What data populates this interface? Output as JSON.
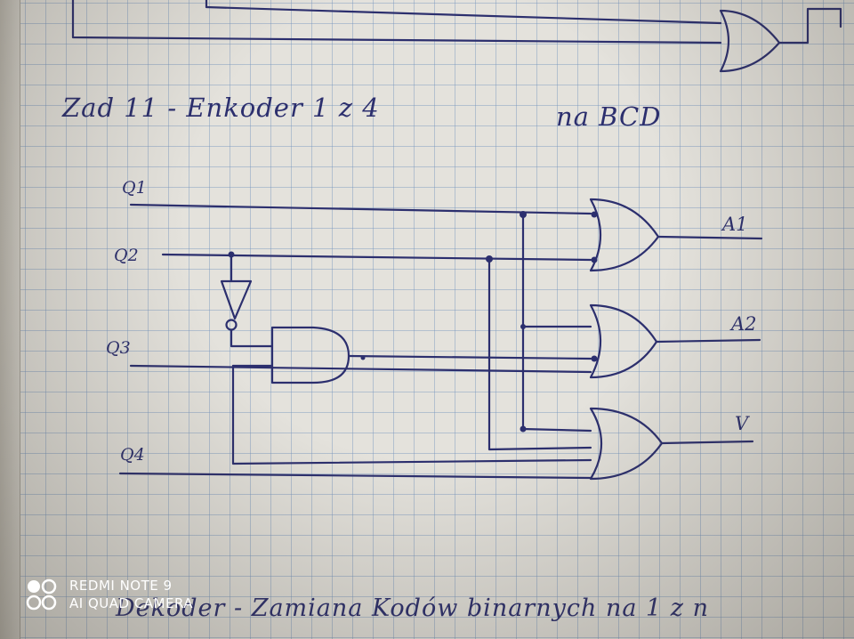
{
  "heading": {
    "title": "Zad 11 - Enkoder 1 z 4",
    "suffix": "na BCD"
  },
  "inputs": {
    "q1": "Q1",
    "q2": "Q2",
    "q3": "Q3",
    "q4": "Q4"
  },
  "outputs": {
    "a1": "A1",
    "a2": "A2",
    "v": "V"
  },
  "bottom_line": "Dekoder - Zamiana Kodów binarnych na 1 z n",
  "watermark": {
    "line1": "REDMI NOTE 9",
    "line2": "AI QUAD CAMERA"
  },
  "colors": {
    "ink": "#2c2f6e",
    "grid": "#7896be",
    "paper": "#e4e2dc"
  }
}
